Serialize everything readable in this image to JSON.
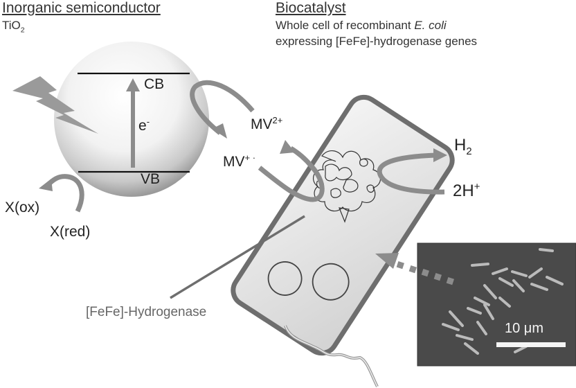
{
  "left_section": {
    "heading": "Inorganic semiconductor",
    "material_main": "TiO",
    "material_sub": "2"
  },
  "right_section": {
    "heading": "Biocatalyst",
    "line1_prefix": "Whole cell of recombinant ",
    "line1_italic": "E. coli",
    "line2": "expressing  [FeFe]-hydrogenase genes"
  },
  "semiconductor": {
    "cb_label": "CB",
    "vb_label": "VB",
    "electron_main": "e",
    "electron_sup": "-",
    "light_icon": "lightning-bolt"
  },
  "mediator": {
    "oxidized_main": "MV",
    "oxidized_sup": "2+",
    "reduced_main": "MV",
    "reduced_sup": "+ ·"
  },
  "sacrificial": {
    "oxidized": "X(ox)",
    "reduced": "X(red)"
  },
  "products": {
    "h2_main": "H",
    "h2_sub": "2",
    "proton_main": "2H",
    "proton_sup": "+"
  },
  "enzyme_label": "[FeFe]-Hydrogenase",
  "micrograph": {
    "scale_label": "10 μm"
  },
  "colors": {
    "arrow_gray": "#8c8c8c",
    "cell_outline": "#6e6e6e",
    "micrograph_bg": "#4a4a4a"
  }
}
